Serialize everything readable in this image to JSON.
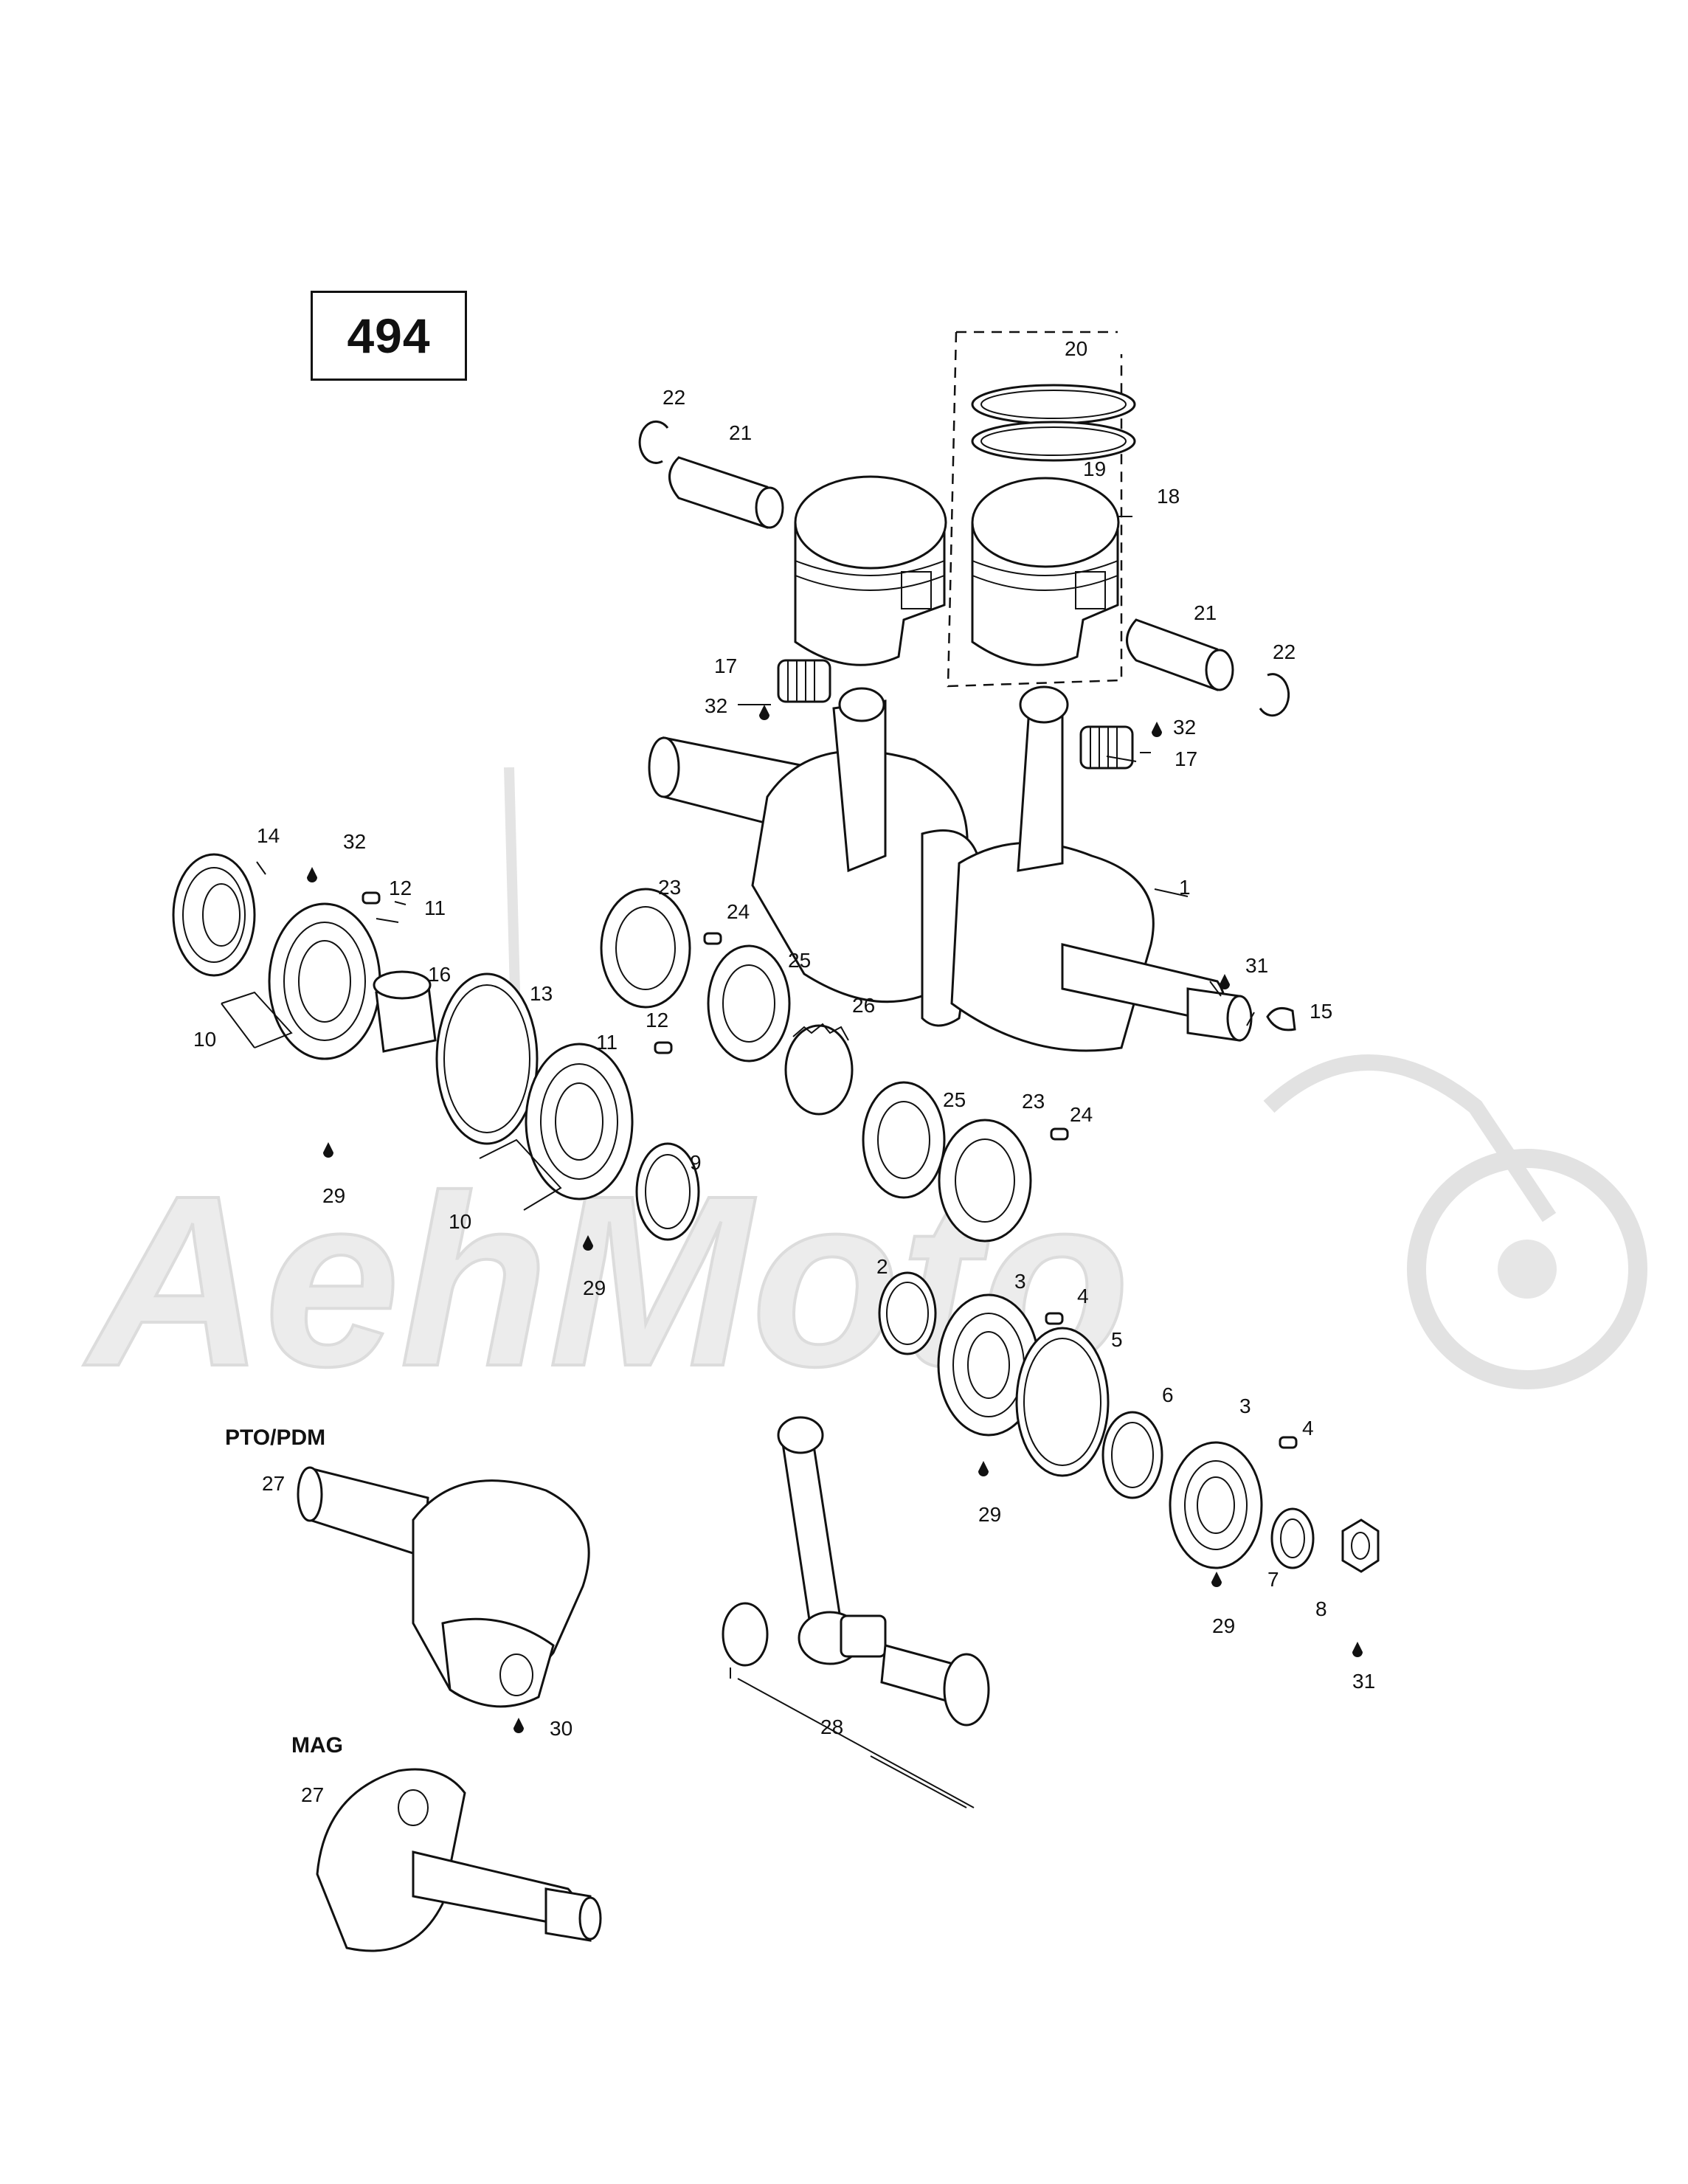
{
  "diagram_number": "494",
  "watermark": "AehMoto",
  "sections": {
    "pto": "PTO/PDM",
    "mag": "MAG"
  },
  "callouts": [
    {
      "id": "c1",
      "text": "1"
    },
    {
      "id": "c2",
      "text": "2"
    },
    {
      "id": "c3a",
      "text": "3"
    },
    {
      "id": "c3b",
      "text": "3"
    },
    {
      "id": "c4a",
      "text": "4"
    },
    {
      "id": "c4b",
      "text": "4"
    },
    {
      "id": "c5",
      "text": "5"
    },
    {
      "id": "c6",
      "text": "6"
    },
    {
      "id": "c7",
      "text": "7"
    },
    {
      "id": "c8",
      "text": "8"
    },
    {
      "id": "c9",
      "text": "9"
    },
    {
      "id": "c10a",
      "text": "10"
    },
    {
      "id": "c10b",
      "text": "10"
    },
    {
      "id": "c11a",
      "text": "11"
    },
    {
      "id": "c11b",
      "text": "11"
    },
    {
      "id": "c12a",
      "text": "12"
    },
    {
      "id": "c12b",
      "text": "12"
    },
    {
      "id": "c13",
      "text": "13"
    },
    {
      "id": "c14",
      "text": "14"
    },
    {
      "id": "c15",
      "text": "15"
    },
    {
      "id": "c16",
      "text": "16"
    },
    {
      "id": "c17a",
      "text": "17"
    },
    {
      "id": "c17b",
      "text": "17"
    },
    {
      "id": "c18",
      "text": "18"
    },
    {
      "id": "c19",
      "text": "19"
    },
    {
      "id": "c20",
      "text": "20"
    },
    {
      "id": "c21a",
      "text": "21"
    },
    {
      "id": "c21b",
      "text": "21"
    },
    {
      "id": "c22a",
      "text": "22"
    },
    {
      "id": "c22b",
      "text": "22"
    },
    {
      "id": "c23a",
      "text": "23"
    },
    {
      "id": "c23b",
      "text": "23"
    },
    {
      "id": "c24a",
      "text": "24"
    },
    {
      "id": "c24b",
      "text": "24"
    },
    {
      "id": "c25a",
      "text": "25"
    },
    {
      "id": "c25b",
      "text": "25"
    },
    {
      "id": "c26",
      "text": "26"
    },
    {
      "id": "c27a",
      "text": "27"
    },
    {
      "id": "c27b",
      "text": "27"
    },
    {
      "id": "c28",
      "text": "28"
    },
    {
      "id": "c29a",
      "text": "29"
    },
    {
      "id": "c29b",
      "text": "29"
    },
    {
      "id": "c29c",
      "text": "29"
    },
    {
      "id": "c29d",
      "text": "29"
    },
    {
      "id": "c30",
      "text": "30"
    },
    {
      "id": "c31a",
      "text": "31"
    },
    {
      "id": "c31b",
      "text": "31"
    },
    {
      "id": "c32a",
      "text": "32"
    },
    {
      "id": "c32b",
      "text": "32"
    },
    {
      "id": "c32c",
      "text": "32"
    }
  ]
}
